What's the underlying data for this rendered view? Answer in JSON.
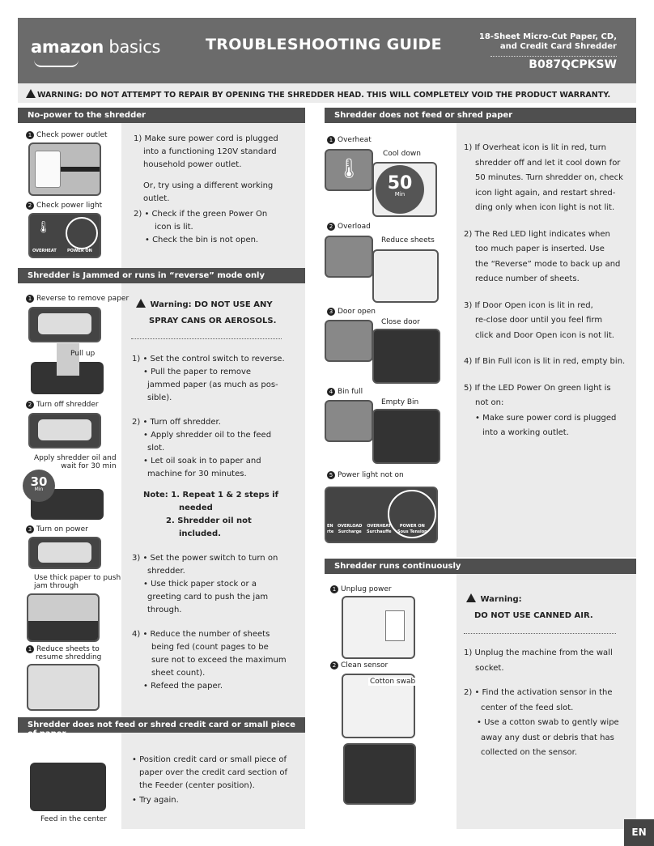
{
  "header": {
    "logo_a": "amazon",
    "logo_b": "basics",
    "guide_title": "TROUBLESHOOTING GUIDE",
    "product_line1": "18-Sheet Micro-Cut Paper, CD,",
    "product_line2": "and Credit Card Shredder",
    "model": "B087QCPKSW"
  },
  "warning": "WARNING: DO NOT ATTEMPT TO REPAIR BY OPENING THE SHREDDER HEAD. THIS WILL COMPLETELY VOID THE PRODUCT WARRANTY.",
  "s1": {
    "title": "No-power to the shredder",
    "lbl1": "Check power outlet",
    "lbl2": "Check power light",
    "overhead": "OVERHEAT",
    "poweron": "POWER ON",
    "p1a": "1) Make sure power cord is plugged",
    "p1b": "into a functioning 120V standard",
    "p1c": "household power outlet.",
    "p1d": "Or, try using a different working",
    "p1e": "outlet.",
    "p2a": "2) • Check if the green Power On",
    "p2b": "icon is lit.",
    "p2c": "• Check the bin is not open."
  },
  "s2": {
    "title": "Shredder is Jammed or runs in “reverse” mode only",
    "l1": "Reverse to remove paper",
    "pullup": "Pull up",
    "l2": "Turn off shredder",
    "l3a": "Apply shredder oil and",
    "l3b": "wait for 30 min",
    "thirty": "30",
    "min": "Min",
    "l4": "Turn on power",
    "l5a": "Use thick paper to push",
    "l5b": "jam through",
    "l6a": "Reduce sheets to",
    "l6b": "resume shredding",
    "warn1": "Warning: DO NOT USE ANY",
    "warn2": "SPRAY CANS OR AEROSOLS.",
    "p1a": "1) • Set the control switch to reverse.",
    "p1b": "• Pull the paper to remove",
    "p1c": "jammed paper (as much as pos-",
    "p1d": "sible).",
    "p2a": "2) • Turn off shredder.",
    "p2b": "• Apply shredder oil to the feed",
    "p2c": "slot.",
    "p2d": "• Let oil soak in to paper and",
    "p2e": "machine for 30 minutes.",
    "n1": "Note: 1. Repeat 1 & 2 steps if",
    "n2": "needed",
    "n3": "2. Shredder oil not",
    "n4": "included.",
    "p3a": "3) • Set the power switch to turn on",
    "p3b": "shredder.",
    "p3c": "• Use thick paper stock or a",
    "p3d": "greeting card to push the jam",
    "p3e": "through.",
    "p4a": "4) • Reduce the number of sheets",
    "p4b": "being fed (count pages to be",
    "p4c": "sure not to exceed the maximum",
    "p4d": "sheet count).",
    "p4e": "• Refeed the paper."
  },
  "s3": {
    "title": "Shredder does not feed or shred credit card or small piece of paper",
    "lbl": "Feed in the center",
    "p1a": "• Position credit card or small piece of",
    "p1b": "paper over the credit card section of",
    "p1c": "the Feeder (center position).",
    "p1d": "• Try again."
  },
  "s4": {
    "title": "Shredder does not feed or shred paper",
    "l1": "Overheat",
    "cool": "Cool down",
    "fifty": "50",
    "min": "Min",
    "l2": "Overload",
    "reduce": "Reduce sheets",
    "l3": "Door open",
    "close": "Close door",
    "l4": "Bin full",
    "empty": "Empty Bin",
    "l5": "Power light not on",
    "en": "EN",
    "rte": "rte",
    "overload": "OVERLOAD",
    "surcharge": "Surcharge",
    "overheat": "OVERHEAT",
    "surchauffe": "Surchauffe",
    "poweron": "POWER ON",
    "sous": "Sous Tension",
    "p1a": "1) If Overheat icon is lit in red, turn",
    "p1b": "shredder off and let it cool down for",
    "p1c": "50 minutes. Turn shredder on, check",
    "p1d": "icon light again, and restart shred-",
    "p1e": "ding only when icon light is not lit.",
    "p2a": "2) The Red LED light indicates when",
    "p2b": "too much paper is inserted. Use",
    "p2c": "the “Reverse” mode to back up and",
    "p2d": "reduce number of sheets.",
    "p3a": "3) If Door Open icon is lit in red,",
    "p3b": "re-close door until you feel firm",
    "p3c": "click and Door Open icon is not lit.",
    "p4": "4) If Bin Full icon is lit in red, empty bin.",
    "p5a": "5) If the LED Power On green light is",
    "p5b": "not on:",
    "p5c": "• Make sure power cord is plugged",
    "p5d": "into a working outlet."
  },
  "s5": {
    "title": "Shredder runs continuously",
    "l1": "Unplug power",
    "l2": "Clean sensor",
    "cotton": "Cotton swab",
    "warn1": "Warning:",
    "warn2": "DO NOT USE CANNED AIR.",
    "p1a": "1) Unplug the machine from the wall",
    "p1b": "socket.",
    "p2a": "2) • Find the activation sensor in the",
    "p2b": "center of the feed slot.",
    "p2c": "• Use a cotton swab to gently wipe",
    "p2d": "away any dust or debris that has",
    "p2e": "collected on the sensor."
  },
  "lang": "EN"
}
